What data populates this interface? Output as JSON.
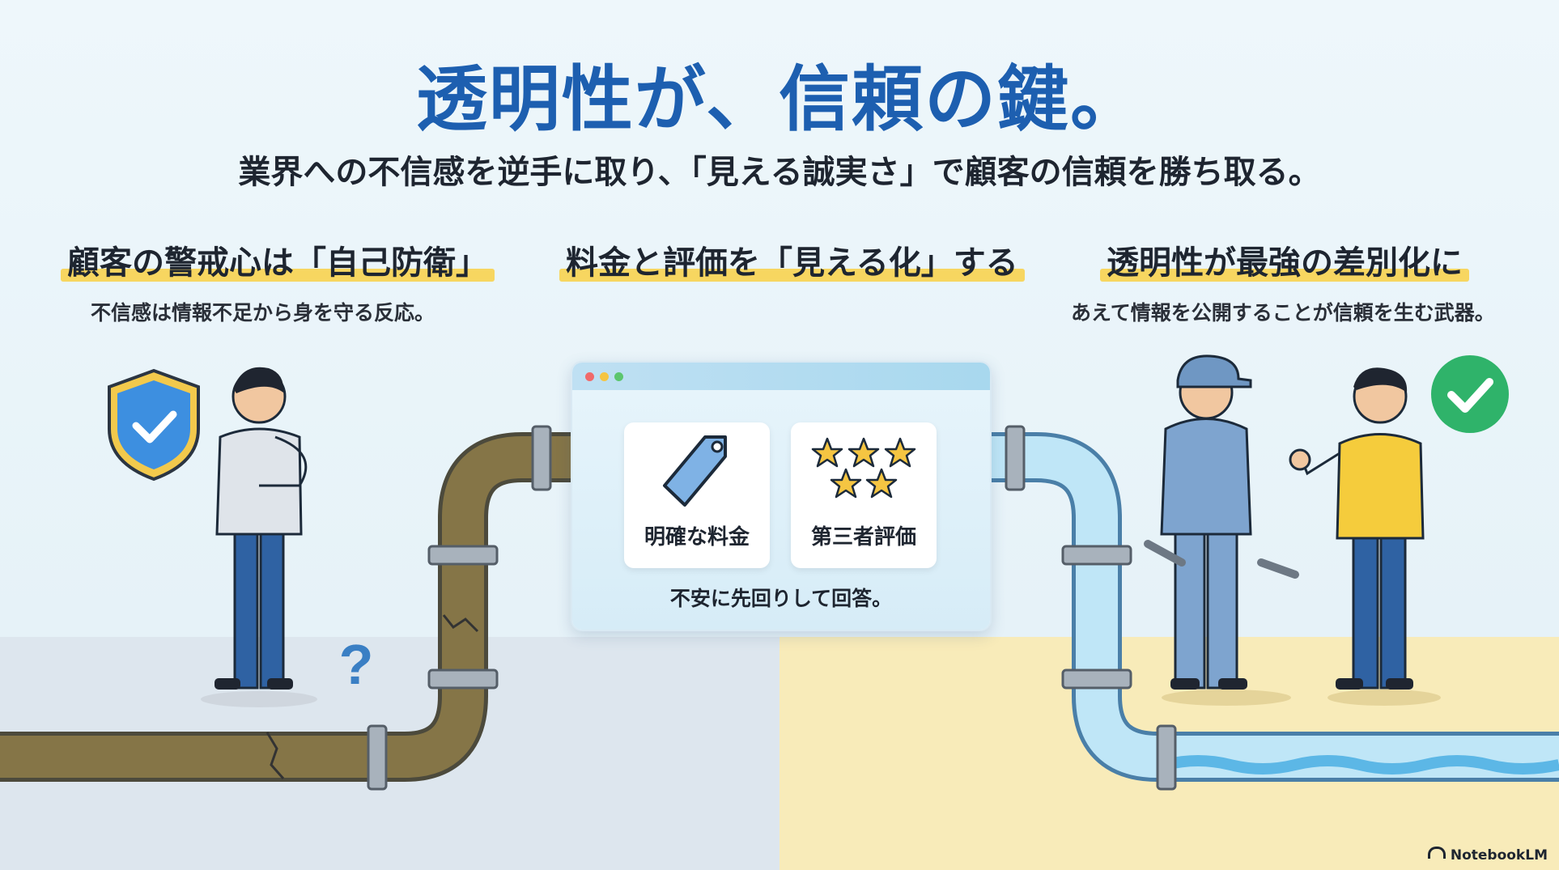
{
  "title": "透明性が、信頼の鍵。",
  "subtitle": "業界への不信感を逆手に取り、「見える誠実さ」で顧客の信頼を勝ち取る。",
  "columns": [
    {
      "heading": "顧客の警戒心は「自己防衛」",
      "description": "不信感は情報不足から身を守る反応。"
    },
    {
      "heading": "料金と評価を「見える化」する",
      "description": ""
    },
    {
      "heading": "透明性が最強の差別化に",
      "description": "あえて情報を公開することが信頼を生む武器。"
    }
  ],
  "panel": {
    "cards": [
      {
        "label": "明確な料金",
        "icon": "price-tag-icon"
      },
      {
        "label": "第三者評価",
        "icon": "stars-icon"
      }
    ],
    "footer": "不安に先回りして回答。"
  },
  "question_mark": "?",
  "watermark": "NotebookLM",
  "colors": {
    "title": "#1d5fb0",
    "highlight": "#f7d660",
    "dirty_pipe": "#7a6a3e",
    "clean_pipe": "#a9dcf2",
    "check_green": "#2fb36a",
    "shield_blue": "#3d8fe0"
  }
}
